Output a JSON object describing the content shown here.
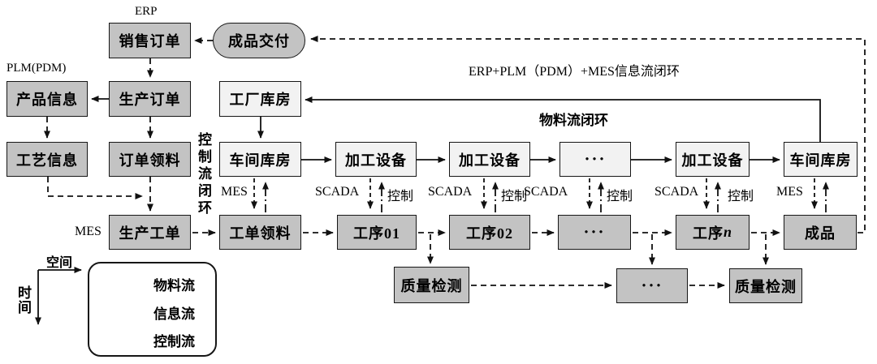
{
  "labels": {
    "erp": "ERP",
    "plm": "PLM(PDM)",
    "mes": "MES",
    "scada": "SCADA",
    "control": "控制",
    "info_loop": "ERP+PLM（PDM）+MES信息流闭环",
    "material_loop": "物料流闭环",
    "control_loop": "控制流闭环",
    "space_axis": "空间",
    "time_axis": "时间"
  },
  "boxes": {
    "sales_order": "销售订单",
    "product_delivery": "成品交付",
    "product_info": "产品信息",
    "production_order": "生产订单",
    "factory_warehouse": "工厂库房",
    "process_info": "工艺信息",
    "order_picking": "订单领料",
    "workshop_warehouse": "车间库房",
    "equipment": "加工设备",
    "ellipsis": "···",
    "production_work_order": "生产工单",
    "work_order_picking": "工单领料",
    "process_01": "工序01",
    "process_02": "工序02",
    "process_n_prefix": "工序",
    "process_n_suffix": "n",
    "finished_product": "成品",
    "quality_inspection": "质量检测"
  },
  "legend": {
    "material_flow": "物料流",
    "info_flow": "信息流",
    "control_flow": "控制流"
  },
  "colors": {
    "box_dark": "#c3c3c3",
    "box_light": "#f2f2f2",
    "line": "#111111"
  }
}
